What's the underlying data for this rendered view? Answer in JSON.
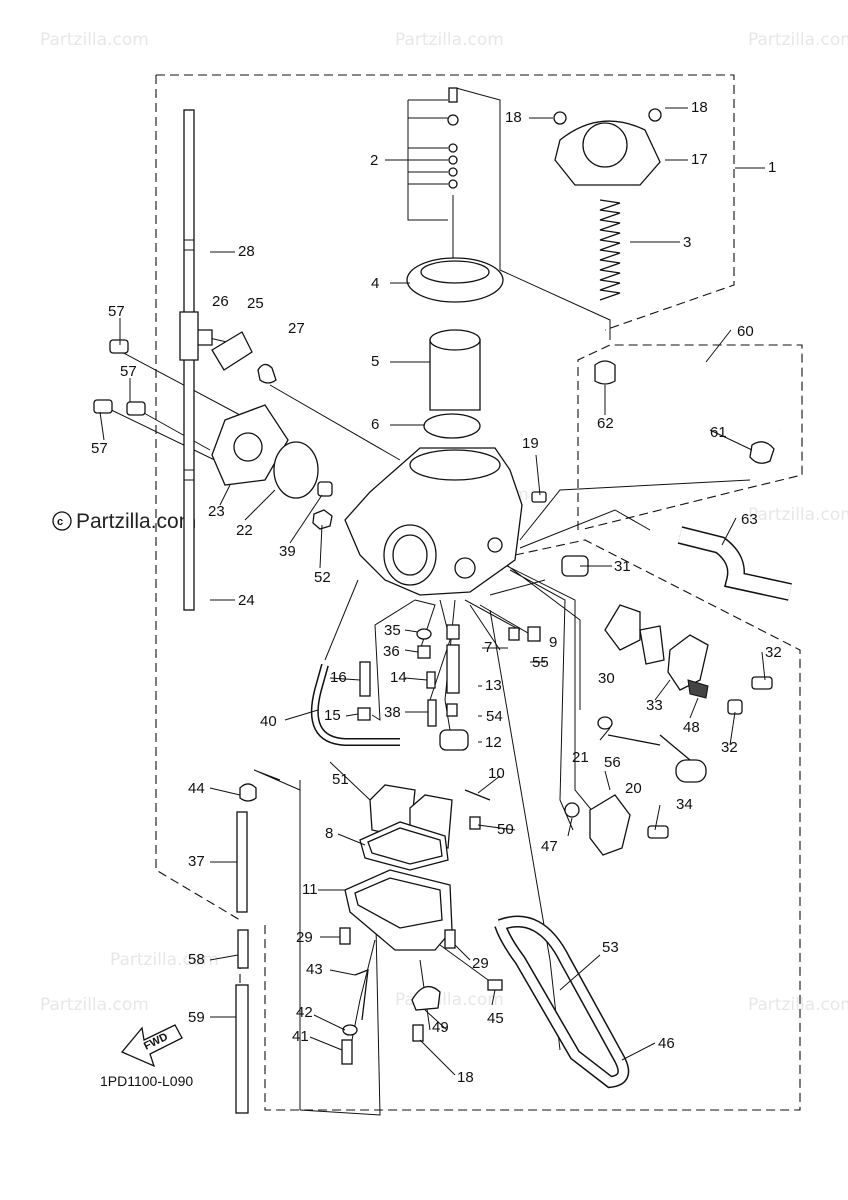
{
  "watermark": {
    "short": "Partzilla.com",
    "main": "Partzilla.com"
  },
  "diagram_code": "1PD1100-L090",
  "fwd_label": "FWD",
  "callouts": {
    "c1": "1",
    "c2": "2",
    "c3": "3",
    "c4": "4",
    "c5": "5",
    "c6": "6",
    "c7": "7",
    "c8": "8",
    "c9": "9",
    "c10": "10",
    "c11": "11",
    "c12": "12",
    "c13": "13",
    "c14": "14",
    "c15": "15",
    "c16": "16",
    "c17": "17",
    "c18a": "18",
    "c18b": "18",
    "c18c": "18",
    "c19": "19",
    "c20": "20",
    "c21": "21",
    "c22": "22",
    "c23": "23",
    "c24": "24",
    "c25": "25",
    "c26": "26",
    "c27": "27",
    "c28": "28",
    "c29a": "29",
    "c29b": "29",
    "c30": "30",
    "c31": "31",
    "c32a": "32",
    "c32b": "32",
    "c33": "33",
    "c34": "34",
    "c35": "35",
    "c36": "36",
    "c37": "37",
    "c38": "38",
    "c39": "39",
    "c40": "40",
    "c41": "41",
    "c42": "42",
    "c43": "43",
    "c44": "44",
    "c45": "45",
    "c46": "46",
    "c47": "47",
    "c48": "48",
    "c49": "49",
    "c50": "50",
    "c51": "51",
    "c52": "52",
    "c53": "53",
    "c54": "54",
    "c55": "55",
    "c56": "56",
    "c57a": "57",
    "c57b": "57",
    "c57c": "57",
    "c58": "58",
    "c59": "59",
    "c60": "60",
    "c61": "61",
    "c62": "62",
    "c63": "63"
  }
}
